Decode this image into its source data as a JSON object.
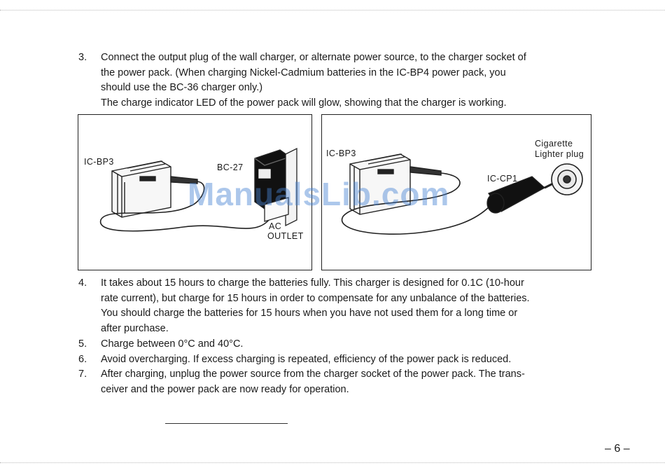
{
  "item3": {
    "num": "3.",
    "lines": [
      "Connect the output plug of the wall charger, or alternate power source, to the charger socket of",
      "the power pack.  (When charging Nickel-Cadmium batteries in the IC-BP4 power pack, you",
      "should use the BC-36 charger only.)",
      "The charge indicator LED of the power pack will glow, showing that the charger is working."
    ]
  },
  "figure_left": {
    "battery_label": "IC-BP3",
    "charger_label": "BC-27",
    "outlet_label_1": "AC",
    "outlet_label_2": "OUTLET"
  },
  "figure_right": {
    "battery_label": "IC-BP3",
    "adapter_label": "IC-CP1",
    "plug_label_1": "Cigarette",
    "plug_label_2": "Lighter plug"
  },
  "watermark": "ManualsLib.com",
  "item4": {
    "num": "4.",
    "lines": [
      "It takes about 15 hours to charge the batteries fully.  This charger is designed for 0.1C (10-hour",
      "rate current), but charge for 15 hours in order to compensate for any unbalance of the batteries.",
      "You should charge the batteries for 15 hours when you have not used them for a long time or",
      "after purchase."
    ]
  },
  "item5": {
    "num": "5.",
    "text": "Charge between 0°C and 40°C."
  },
  "item6": {
    "num": "6.",
    "text": "Avoid overcharging.  If excess charging is repeated, efficiency of the power pack is reduced."
  },
  "item7": {
    "num": "7.",
    "lines": [
      "After charging, unplug the power source from the charger socket of the power pack.  The trans-",
      "ceiver and the power pack are now ready for operation."
    ]
  },
  "page_number": "– 6 –"
}
